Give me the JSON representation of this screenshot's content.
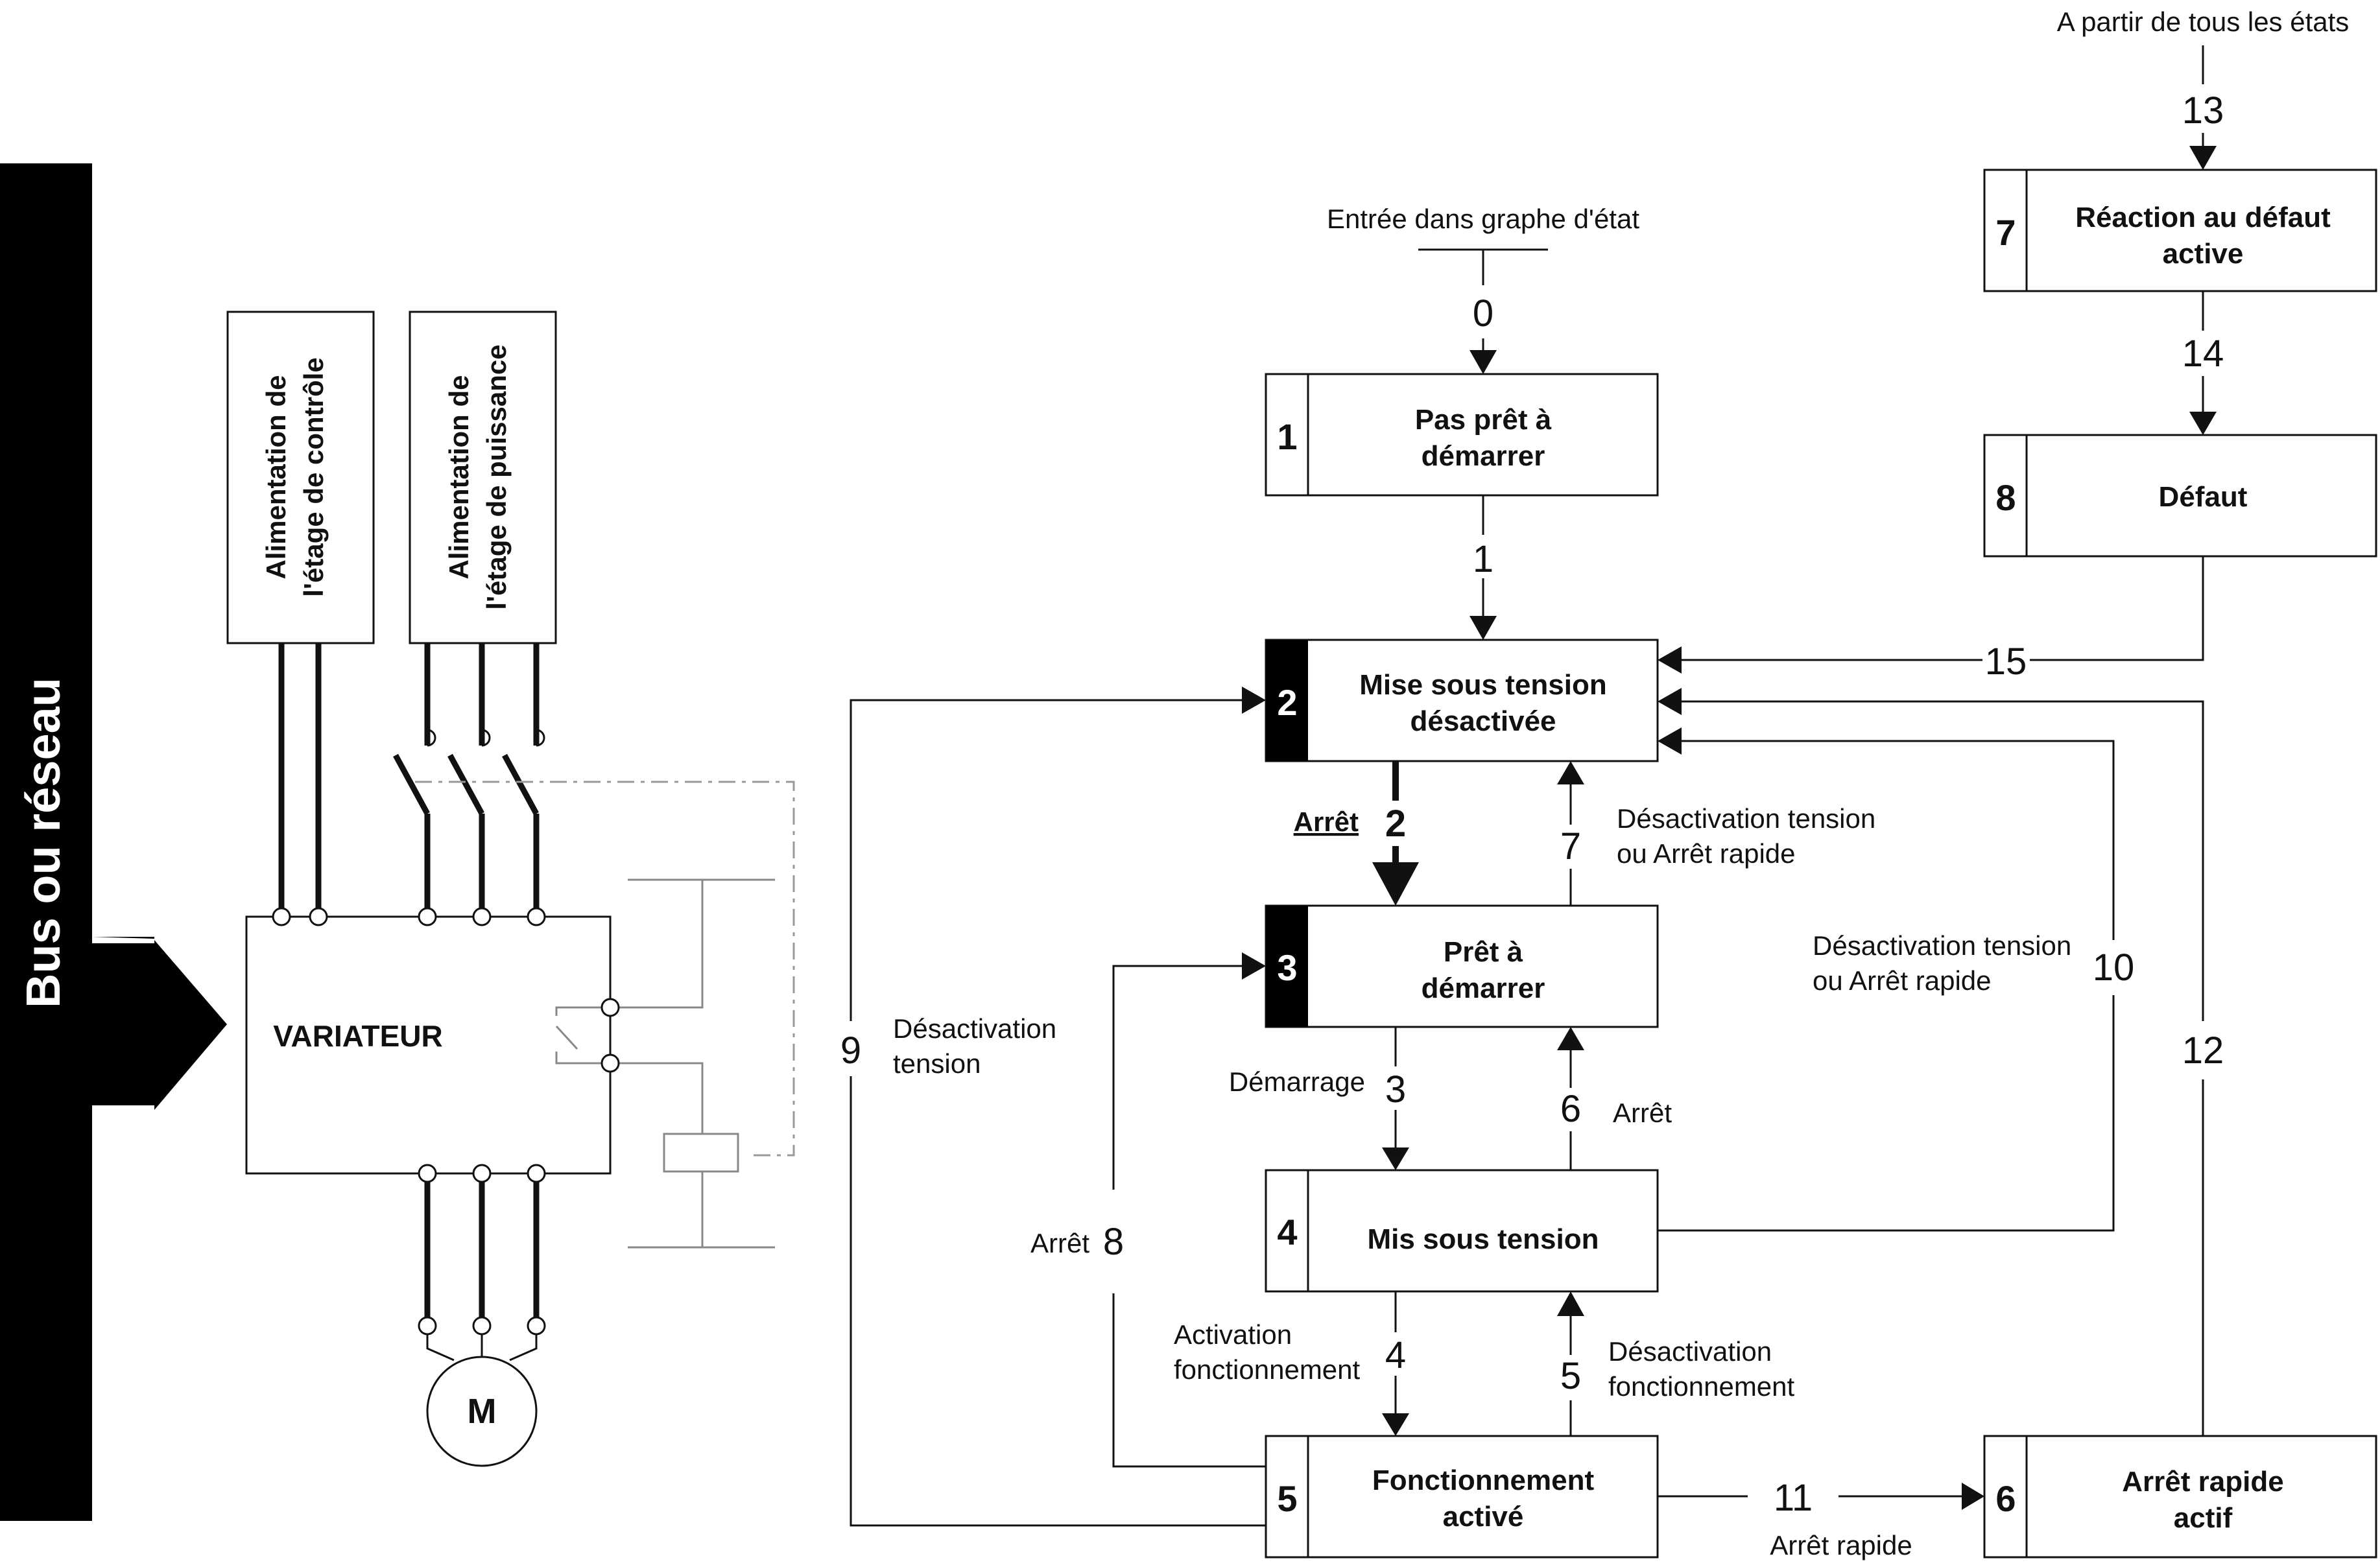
{
  "bus": {
    "label": "Bus ou réseau"
  },
  "power": {
    "control_supply": [
      "Alimentation de",
      "l'étage de contrôle"
    ],
    "power_supply": [
      "Alimentation de",
      "l'étage de puissance"
    ]
  },
  "drive": {
    "label": "VARIATEUR"
  },
  "motor": {
    "label": "M"
  },
  "entry_label": "Entrée dans graphe d'état",
  "all_states_label": "A partir de tous les états",
  "states": [
    {
      "num": "1",
      "lines": [
        "Pas prêt à",
        "démarrer"
      ]
    },
    {
      "num": "2",
      "lines": [
        "Mise sous tension",
        "désactivée"
      ]
    },
    {
      "num": "3",
      "lines": [
        "Prêt à",
        "démarrer"
      ]
    },
    {
      "num": "4",
      "lines": [
        "Mis sous tension"
      ]
    },
    {
      "num": "5",
      "lines": [
        "Fonctionnement",
        "activé"
      ]
    },
    {
      "num": "6",
      "lines": [
        "Arrêt rapide",
        "actif"
      ]
    },
    {
      "num": "7",
      "lines": [
        "Réaction au défaut",
        "active"
      ]
    },
    {
      "num": "8",
      "lines": [
        "Défaut"
      ]
    }
  ],
  "transitions": {
    "t0": "0",
    "t1": "1",
    "t2": "2",
    "t3": "3",
    "t4": "4",
    "t5": "5",
    "t6": "6",
    "t7": "7",
    "t8": "8",
    "t9": "9",
    "t10": "10",
    "t11": "11",
    "t12": "12",
    "t13": "13",
    "t14": "14",
    "t15": "15"
  },
  "labels": {
    "arret_bold": "Arrêt",
    "t7": [
      "Désactivation tension",
      "ou Arrêt rapide"
    ],
    "t10": [
      "Désactivation tension",
      "ou Arrêt rapide"
    ],
    "t9": [
      "Désactivation",
      "tension"
    ],
    "t3": "Démarrage",
    "t6": "Arrêt",
    "t8": "Arrêt",
    "t4": [
      "Activation",
      "fonctionnement"
    ],
    "t5": [
      "Désactivation",
      "fonctionnement"
    ],
    "t11": "Arrêt rapide"
  },
  "colors": {
    "line": "#111111",
    "dim": "#888888",
    "dashed": "#999999"
  }
}
